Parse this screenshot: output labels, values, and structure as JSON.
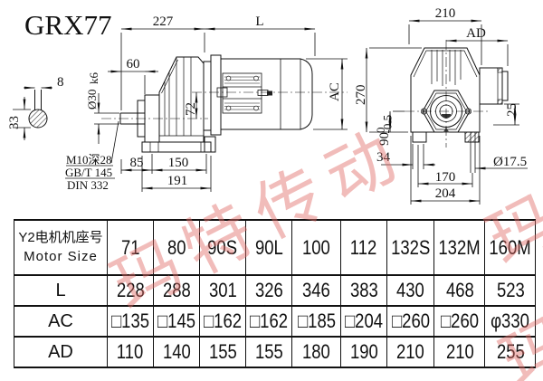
{
  "title": "GRX77",
  "watermark_text": "玛特传动",
  "side_view": {
    "dim_width_gearbox": "227",
    "dim_motor_length": "L",
    "dim_shaft_length": "60",
    "dim_shaft_diameter": "Ø30",
    "dim_shaft_tolerance": "k6",
    "dim_axis_distance": "72",
    "dim_key_width": "8",
    "dim_shaft_flat": "33",
    "note_tap": "M10深28",
    "note_std1": "GB/T 145",
    "note_std2": "DIN 332",
    "dim_foot_offset": "85",
    "dim_foot_length": "150",
    "dim_base_length": "191",
    "dim_motor_diameter": "AC"
  },
  "front_view": {
    "dim_total_width": "210",
    "dim_ad": "AD",
    "dim_total_height": "270",
    "dim_center_height": "90",
    "dim_center_tol_upper": "0",
    "dim_center_tol_lower": "-0.5",
    "dim_box_offset": "25",
    "dim_foot_width": "34",
    "dim_hole_diameter": "Ø17.5",
    "dim_hole_span": "170",
    "dim_base_width": "204"
  },
  "table": {
    "header_label_cn": "Y2电机机座号",
    "header_label_en": "Motor Size",
    "columns": [
      "71",
      "80",
      "90S",
      "90L",
      "100",
      "112",
      "132S",
      "132M",
      "160M"
    ],
    "rows": [
      {
        "label": "L",
        "values": [
          "228",
          "288",
          "301",
          "326",
          "346",
          "383",
          "430",
          "468",
          "523"
        ]
      },
      {
        "label": "AC",
        "values": [
          "□135",
          "□145",
          "□162",
          "□162",
          "□185",
          "□204",
          "□260",
          "□260",
          "φ330"
        ]
      },
      {
        "label": "AD",
        "values": [
          "110",
          "140",
          "155",
          "155",
          "180",
          "190",
          "210",
          "210",
          "255"
        ]
      }
    ]
  }
}
